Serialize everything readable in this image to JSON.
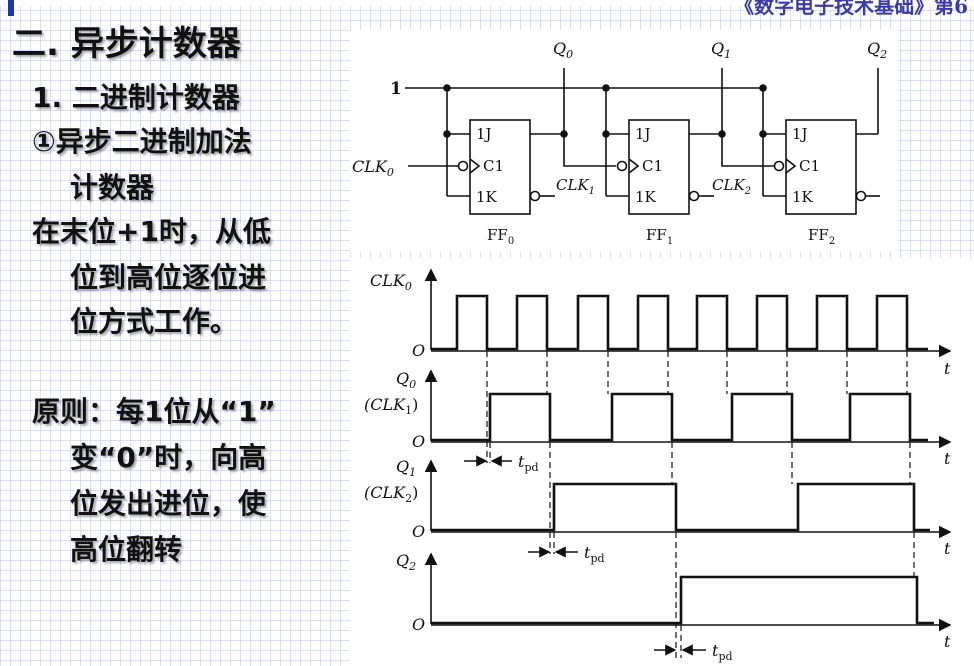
{
  "header": {
    "book_title": "《数字电子技术基础》第6"
  },
  "section_title": "二. 异步计数器",
  "subsection": {
    "number": "1. 二进制计数器",
    "item_line1": "①异步二进制加法",
    "item_line2": "计数器"
  },
  "paragraph": {
    "line1": "在末位+1时，从低",
    "line2": "位到高位逐位进",
    "line3": "位方式工作。"
  },
  "principle": {
    "line1": "原则：每1位从“1”",
    "line2": "变“0”时，向高",
    "line3": "位发出进位，使",
    "line4": "高位翻转"
  },
  "circuit": {
    "input_one": "1",
    "clk0": "CLK",
    "clk0_sub": "0",
    "outputs": [
      {
        "name": "Q",
        "sub": "0"
      },
      {
        "name": "Q",
        "sub": "1"
      },
      {
        "name": "Q",
        "sub": "2"
      }
    ],
    "carries": [
      {
        "name": "CLK",
        "sub": "1"
      },
      {
        "name": "CLK",
        "sub": "2"
      }
    ],
    "flipflops": [
      {
        "name": "FF",
        "sub": "0",
        "pin_j": "1J",
        "pin_c": "C1",
        "pin_k": "1K"
      },
      {
        "name": "FF",
        "sub": "1",
        "pin_j": "1J",
        "pin_c": "C1",
        "pin_k": "1K"
      },
      {
        "name": "FF",
        "sub": "2",
        "pin_j": "1J",
        "pin_c": "C1",
        "pin_k": "1K"
      }
    ]
  },
  "timing": {
    "axis_origin": "O",
    "axis_time": "t",
    "tpd": "t",
    "tpd_sub": "pd",
    "rows": [
      {
        "label": "CLK",
        "sub": "0",
        "alt": ""
      },
      {
        "label": "Q",
        "sub": "0",
        "alt": "(CLK",
        "alt_sub": "1",
        "alt_close": ")"
      },
      {
        "label": "Q",
        "sub": "1",
        "alt": "(CLK",
        "alt_sub": "2",
        "alt_close": ")"
      },
      {
        "label": "Q",
        "sub": "2",
        "alt": ""
      }
    ]
  }
}
